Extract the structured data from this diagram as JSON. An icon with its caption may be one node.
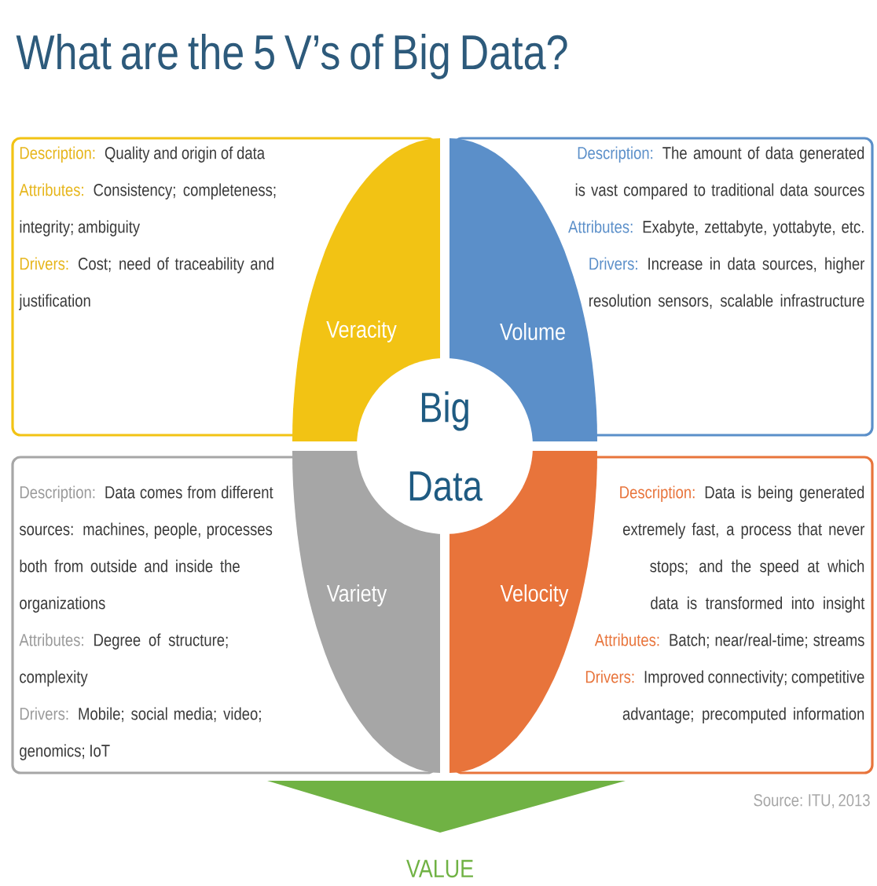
{
  "diagram": {
    "title": "What are the 5 V’s of Big Data?",
    "nodes": [
      {
        "text": [
          "Description:",
          "Quality and origin of data",
          "Attributes:",
          "Consistency; completeness; integrity; ambiguity",
          "Drivers:",
          "Cost; need of traceability and justification"
        ]
      },
      {
        "text": [
          "Veracity"
        ],
        "in": 0
      },
      {
        "text": [
          "Volume"
        ],
        "in": 3
      },
      {
        "text": [
          "Description:",
          "The amount of data generated is vast compared to traditional data sources",
          "Attributes:",
          "Exabyte, zettabyte, yottabyte, etc.",
          "Drivers:",
          "Increase in data sources, higher resolution sensors, scalable infrastructure"
        ]
      },
      {
        "text": [
          "Big Data"
        ]
      },
      {
        "text": [
          "Description:",
          "Data comes from different sources: machines, people, processes both from outside and inside the organizations",
          "Attributes:",
          "Degree of structure; complexity",
          "Drivers:",
          "Mobile; social media; video; genomics; IoT"
        ]
      },
      {
        "text": [
          "Variety"
        ],
        "in": 5
      },
      {
        "text": [
          "Velocity"
        ],
        "in": 8
      },
      {
        "text": [
          "Description:",
          "Data is being generated extremely fast, a process that never stops; and the speed at which data is transformed into insight",
          "Attributes:",
          "Batch; near/real-time; streams",
          "Drivers:",
          "Improved connectivity; competitive advantage; precomputed information"
        ]
      },
      {
        "text": [
          "VALUE"
        ]
      }
    ],
    "labels": [
      "Source: ITU, 2013"
    ]
  }
}
